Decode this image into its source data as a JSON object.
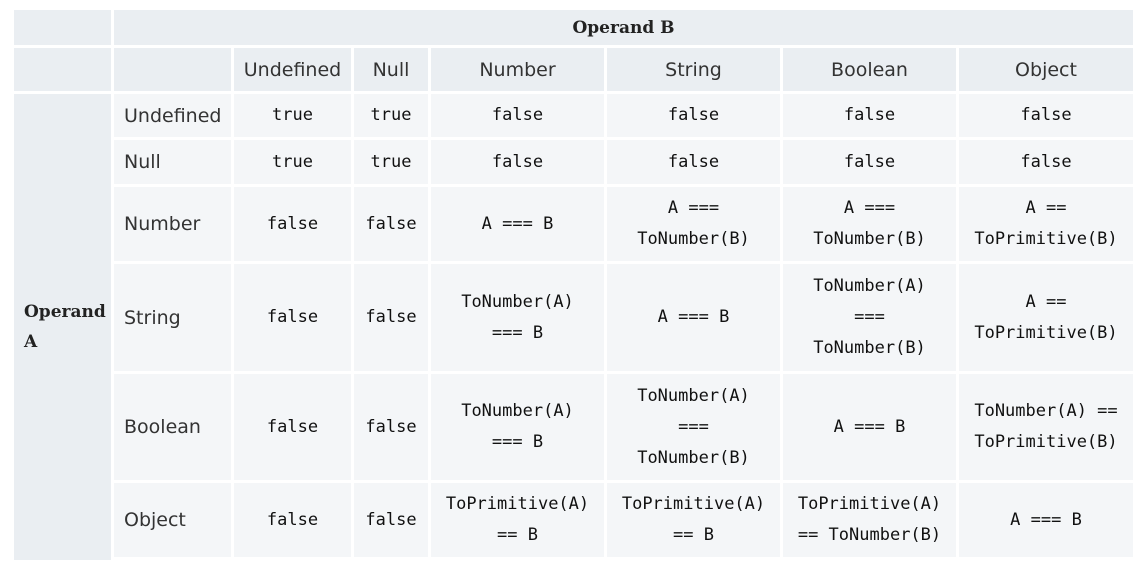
{
  "table": {
    "col_group_title": "Operand B",
    "row_group_title": "Operand\nA",
    "columns": [
      "Undefined",
      "Null",
      "Number",
      "String",
      "Boolean",
      "Object"
    ],
    "rows": [
      {
        "label": "Undefined",
        "cells": [
          "true",
          "true",
          "false",
          "false",
          "false",
          "false"
        ]
      },
      {
        "label": "Null",
        "cells": [
          "true",
          "true",
          "false",
          "false",
          "false",
          "false"
        ]
      },
      {
        "label": "Number",
        "cells": [
          "false",
          "false",
          "A === B",
          "A ===\nToNumber(B)",
          "A ===\nToNumber(B)",
          "A ==\nToPrimitive(B)"
        ]
      },
      {
        "label": "String",
        "cells": [
          "false",
          "false",
          "ToNumber(A)\n=== B",
          "A === B",
          "ToNumber(A)\n===\nToNumber(B)",
          "A ==\nToPrimitive(B)"
        ]
      },
      {
        "label": "Boolean",
        "cells": [
          "false",
          "false",
          "ToNumber(A)\n=== B",
          "ToNumber(A)\n===\nToNumber(B)",
          "A === B",
          "ToNumber(A) ==\nToPrimitive(B)"
        ]
      },
      {
        "label": "Object",
        "cells": [
          "false",
          "false",
          "ToPrimitive(A)\n== B",
          "ToPrimitive(A)\n== B",
          "ToPrimitive(A)\n== ToNumber(B)",
          "A === B"
        ]
      }
    ]
  }
}
